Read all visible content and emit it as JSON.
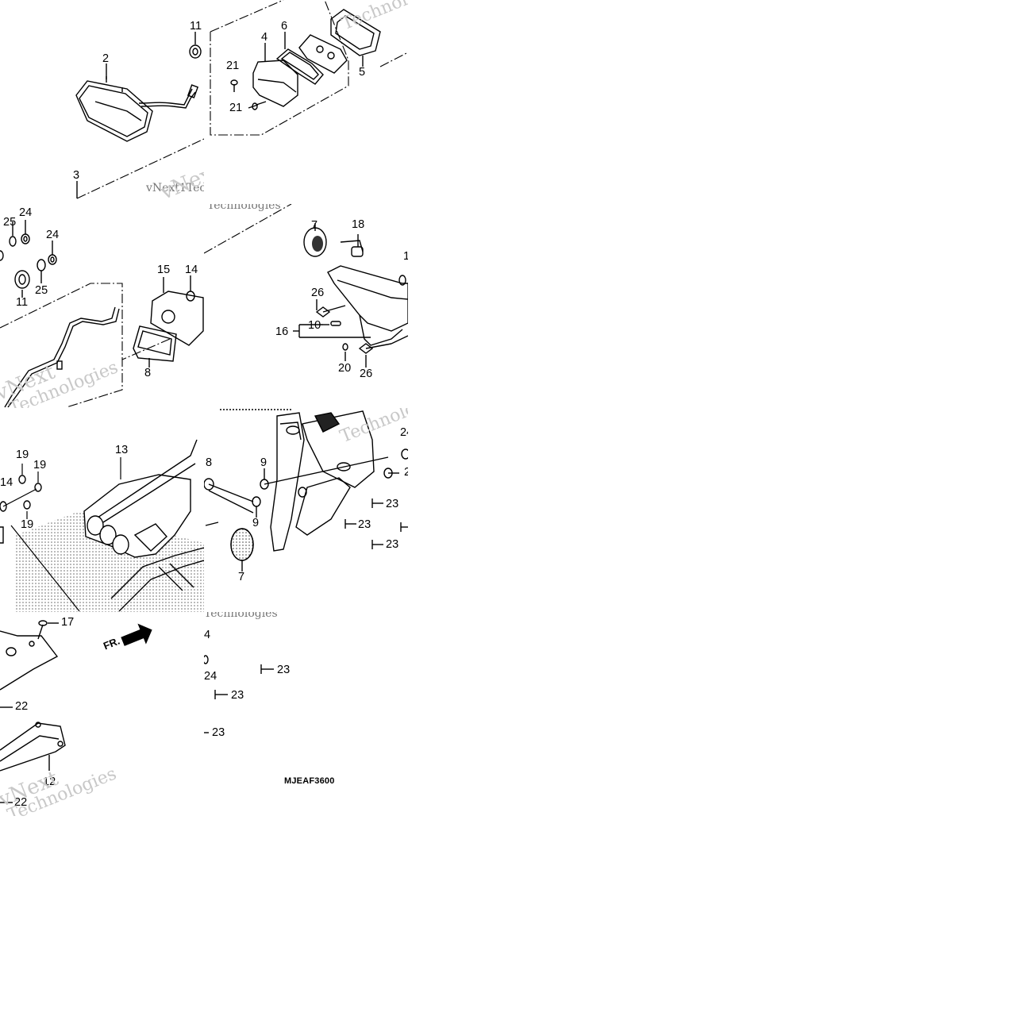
{
  "diagram": {
    "code": "MJEAF3600",
    "front_marker": "FR.",
    "watermark": {
      "line1": "vNext",
      "line2": "Technologies",
      "serif_fragment": "vNext1Tec"
    },
    "tiles": {
      "t00": {
        "labels": [
          "11",
          "2",
          "3"
        ]
      },
      "t01": {
        "labels": [
          "4",
          "6",
          "21",
          "21",
          "5"
        ]
      },
      "t10": {
        "labels": [
          "25",
          "24",
          "24",
          "11",
          "25",
          "15",
          "14",
          "8"
        ]
      },
      "t11": {
        "labels": [
          "7",
          "18",
          "1",
          "26",
          "10",
          "16",
          "20",
          "26"
        ]
      },
      "t20": {
        "labels": [
          "19",
          "19",
          "13",
          "14",
          "19"
        ]
      },
      "t21": {
        "labels": [
          "24",
          "8",
          "9",
          "2",
          "9",
          "23",
          "23",
          "23",
          "7"
        ]
      },
      "t30": {
        "labels": [
          "17",
          "22",
          "12",
          "22"
        ]
      },
      "t31": {
        "labels": [
          "4",
          "24",
          "23",
          "23",
          "23"
        ]
      }
    }
  }
}
